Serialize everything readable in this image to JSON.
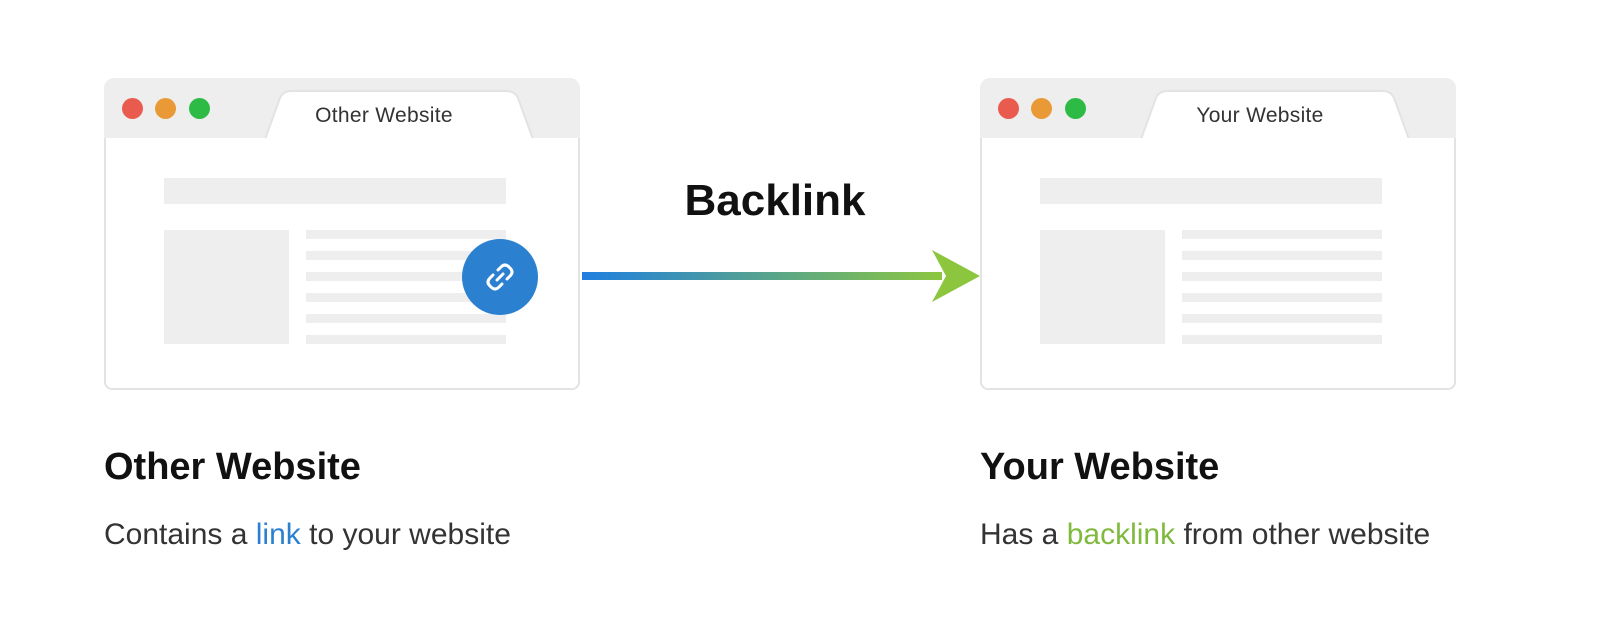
{
  "center_label": "Backlink",
  "left_site": {
    "tab_title": "Other Website",
    "heading": "Other Website",
    "desc_before": "Contains a ",
    "desc_highlight": "link",
    "desc_after": " to your website",
    "highlight_color": "#2b80d0"
  },
  "right_site": {
    "tab_title": "Your Website",
    "heading": "Your Website",
    "desc_before": "Has a ",
    "desc_highlight": "backlink",
    "desc_after": " from other website",
    "highlight_color": "#7fba3e"
  },
  "colors": {
    "dot_red": "#ea5b4f",
    "dot_yellow": "#e99a37",
    "dot_green": "#2ebb45",
    "arrow_start": "#1f7fe0",
    "arrow_end": "#8cc63f"
  },
  "icons": {
    "link_badge": "chain-link-icon",
    "arrow": "right-arrow"
  }
}
